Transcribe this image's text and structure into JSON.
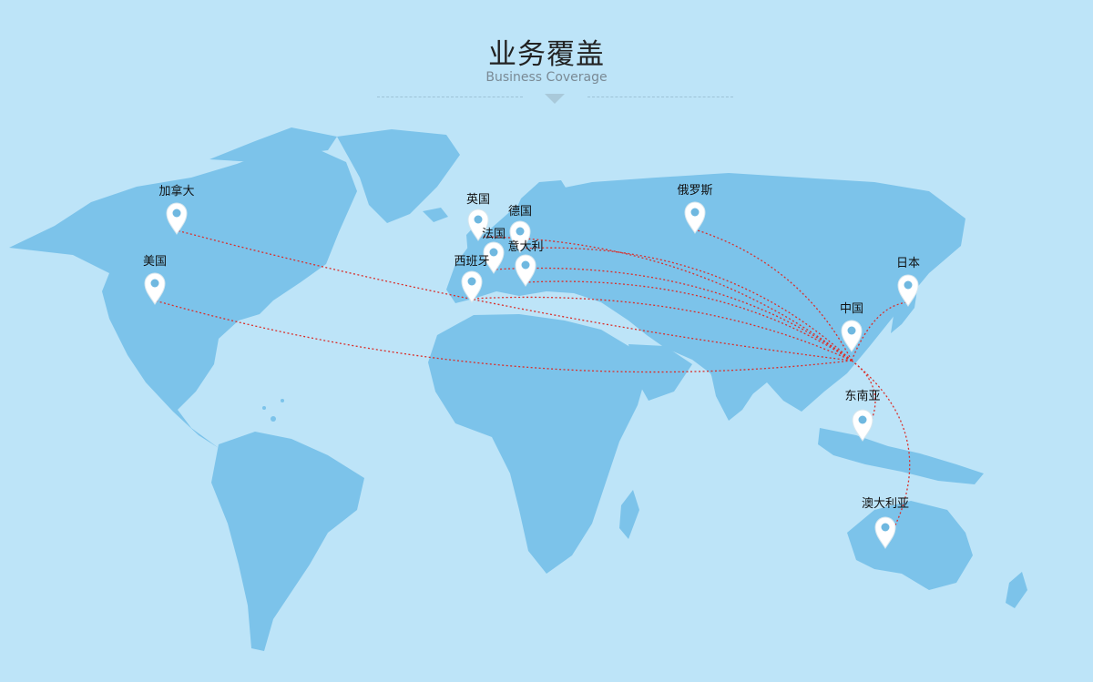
{
  "header": {
    "title": "业务覆盖",
    "subtitle": "Business Coverage"
  },
  "colors": {
    "background": "#bde4f8",
    "land": "#7cc3ea",
    "route": "#d9302c",
    "marker_fill": "#ffffff",
    "marker_dot": "#6fb8e0"
  },
  "hub": {
    "label": "中国"
  },
  "locations": [
    {
      "id": "canada",
      "label": "加拿大"
    },
    {
      "id": "usa",
      "label": "美国"
    },
    {
      "id": "uk",
      "label": "英国"
    },
    {
      "id": "germany",
      "label": "德国"
    },
    {
      "id": "france",
      "label": "法国"
    },
    {
      "id": "italy",
      "label": "意大利"
    },
    {
      "id": "spain",
      "label": "西班牙"
    },
    {
      "id": "russia",
      "label": "俄罗斯"
    },
    {
      "id": "japan",
      "label": "日本"
    },
    {
      "id": "sea",
      "label": "东南亚"
    },
    {
      "id": "australia",
      "label": "澳大利亚"
    }
  ]
}
